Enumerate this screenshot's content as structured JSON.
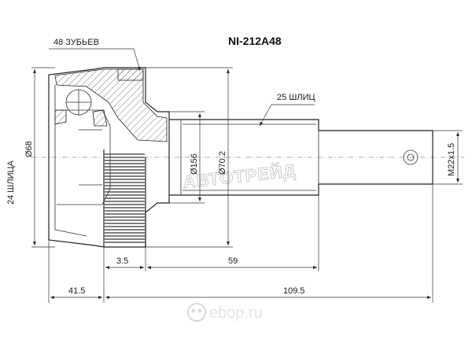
{
  "part_number": "NI-212A48",
  "labels": {
    "teeth": "48 ЗУБЬЕВ",
    "outer_splines": "25 ШЛИЦ",
    "inner_splines": "24 ШЛИЦА",
    "dia_68": "Ø68",
    "dia_156": "Ø156",
    "dia_70_2": "Ø70.2",
    "thread": "M22x1.5",
    "len_3_5": "3.5",
    "len_59": "59",
    "len_41_5": "41.5",
    "len_109_5": "109.5"
  },
  "brand_watermark": "АВТОТРЕЙД",
  "site_watermark": "ebop.ru"
}
